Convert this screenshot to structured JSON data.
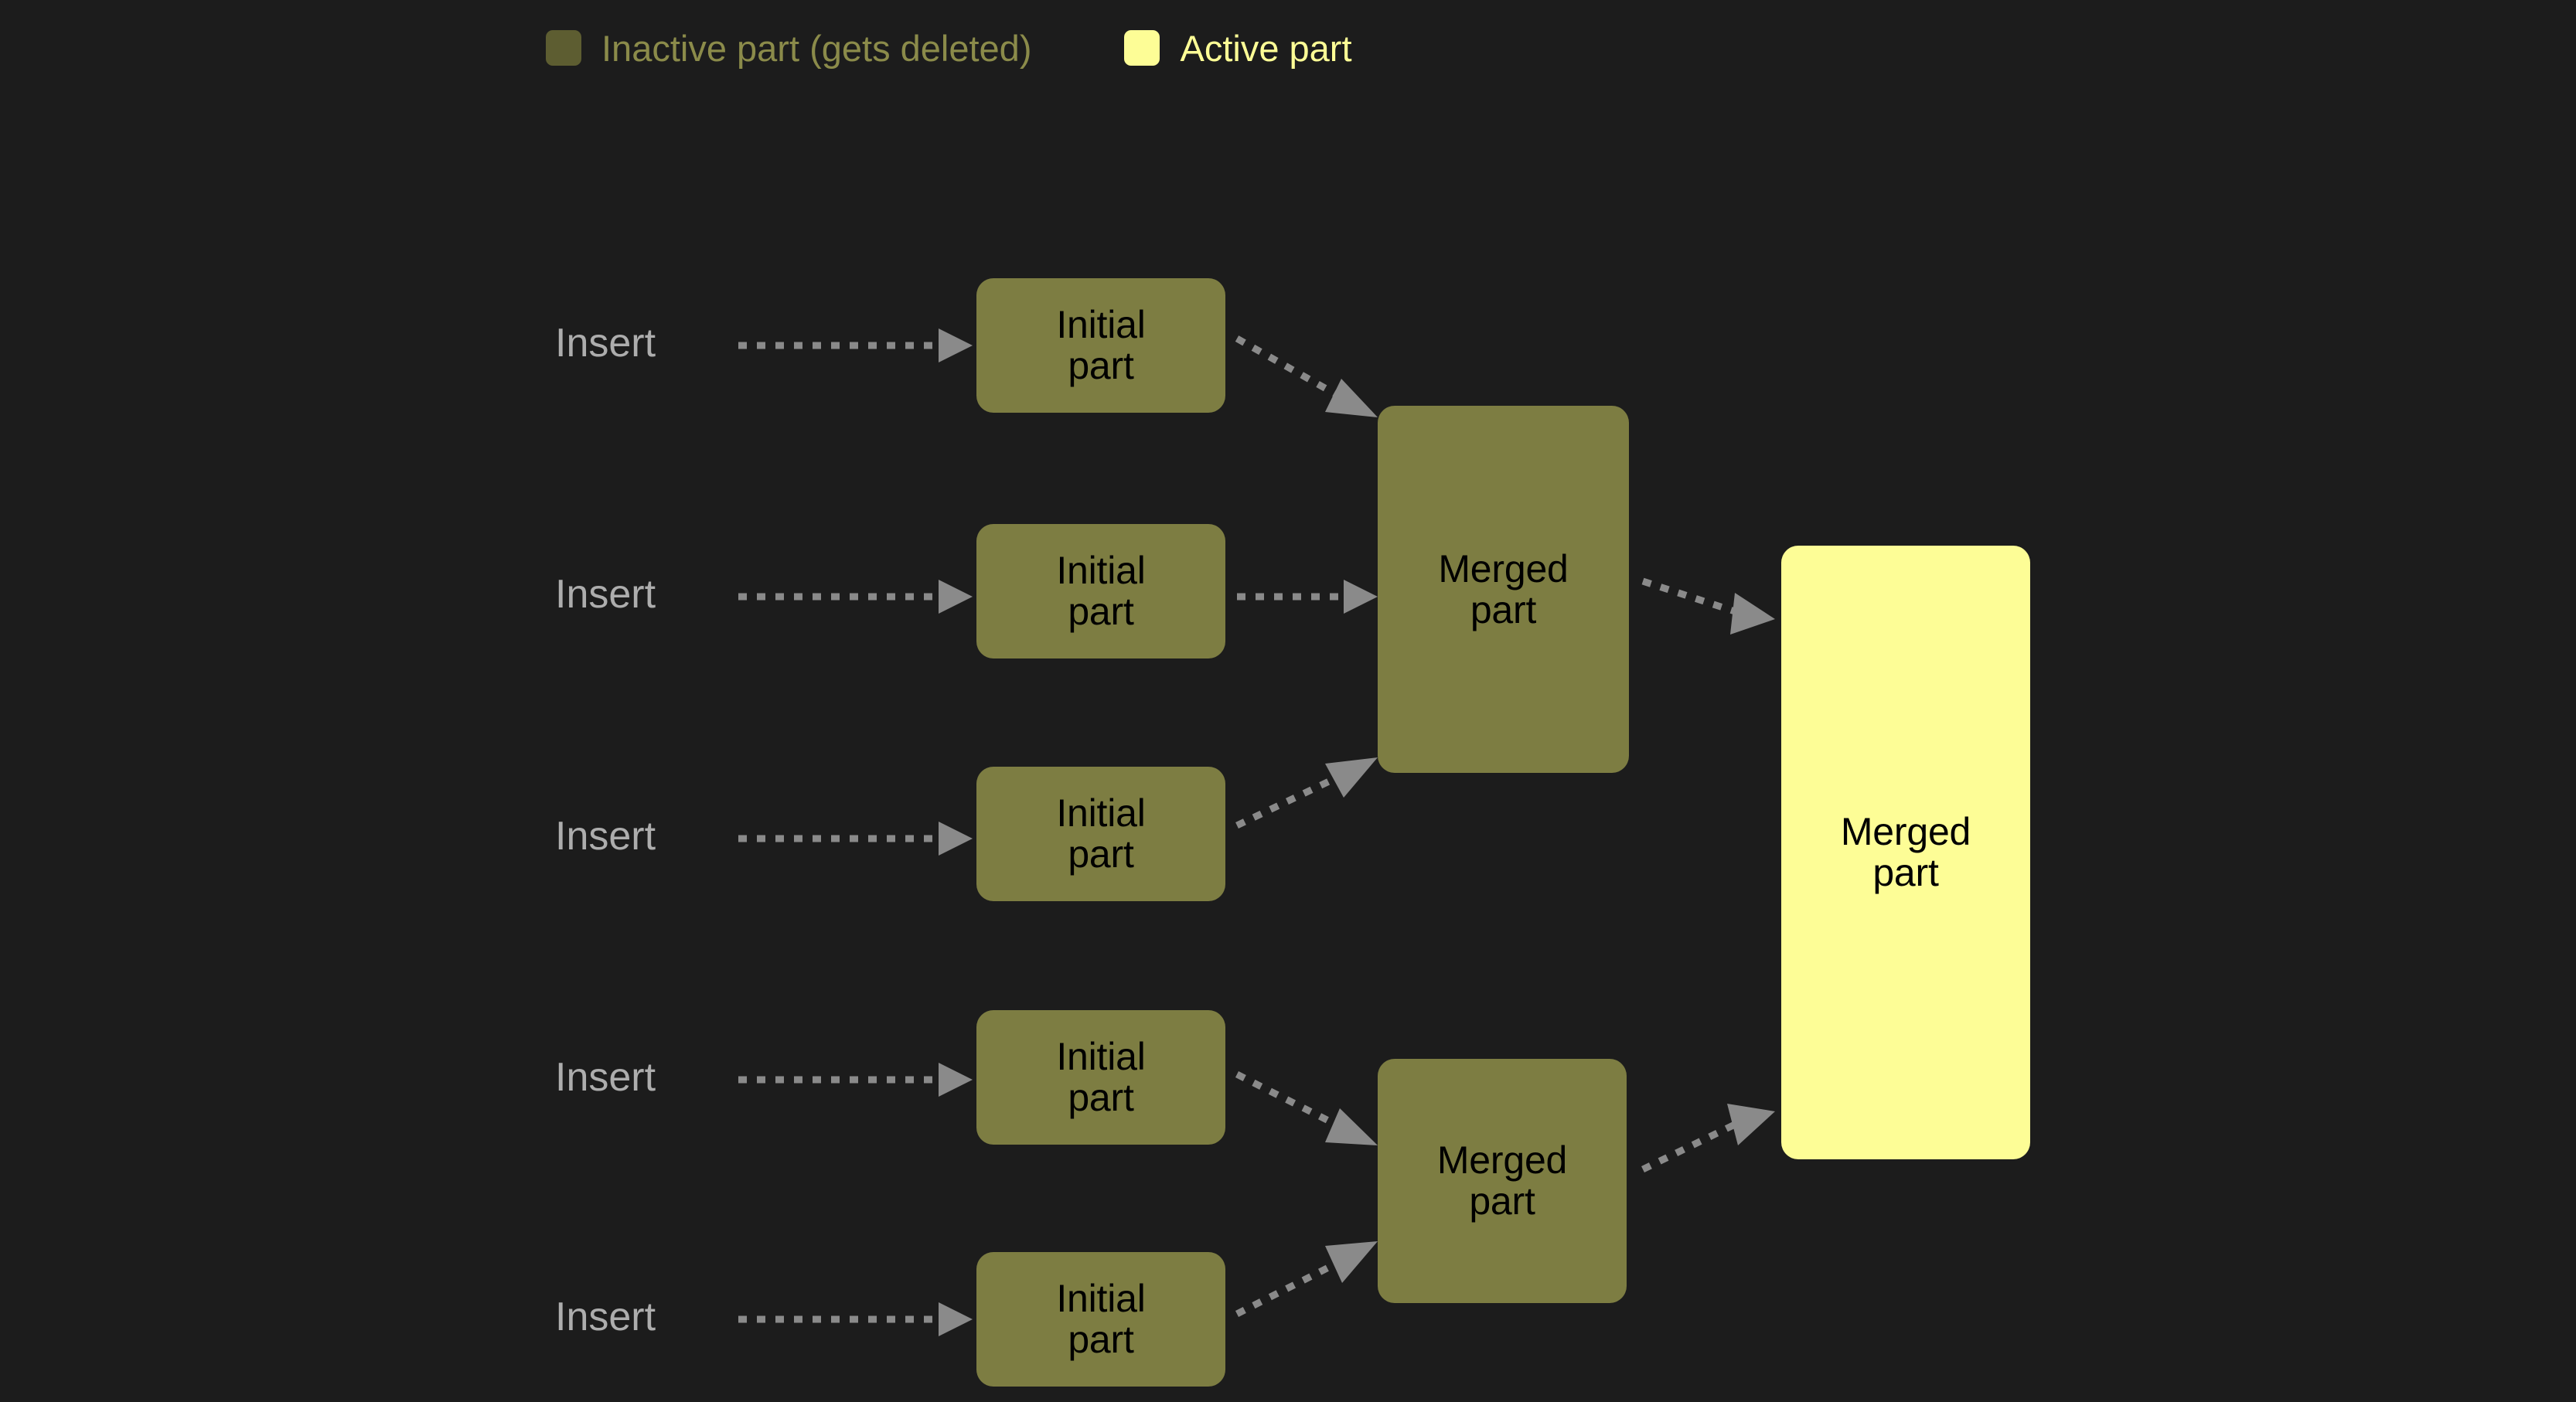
{
  "background_color": "#1c1c1c",
  "legend": {
    "entries": [
      {
        "label": "Inactive part (gets deleted)",
        "color": "#5d5d31",
        "swatch_name": "inactive-swatch"
      },
      {
        "label": "Active part",
        "color": "#fdfd96",
        "swatch_name": "active-swatch"
      }
    ]
  },
  "colors": {
    "inactive_fill": "#7d7d42",
    "active_fill": "#fdfd96",
    "arrow": "#8a8a8a",
    "insert_label": "#adadad",
    "node_text": "#000000"
  },
  "inserts": [
    {
      "label": "Insert"
    },
    {
      "label": "Insert"
    },
    {
      "label": "Insert"
    },
    {
      "label": "Insert"
    },
    {
      "label": "Insert"
    }
  ],
  "initial_parts": [
    {
      "line1": "Initial",
      "line2": "part"
    },
    {
      "line1": "Initial",
      "line2": "part"
    },
    {
      "line1": "Initial",
      "line2": "part"
    },
    {
      "line1": "Initial",
      "line2": "part"
    },
    {
      "line1": "Initial",
      "line2": "part"
    }
  ],
  "merged_parts": [
    {
      "line1": "Merged",
      "line2": "part",
      "state": "inactive"
    },
    {
      "line1": "Merged",
      "line2": "part",
      "state": "inactive"
    }
  ],
  "final_part": {
    "line1": "Merged",
    "line2": "part",
    "state": "active"
  }
}
